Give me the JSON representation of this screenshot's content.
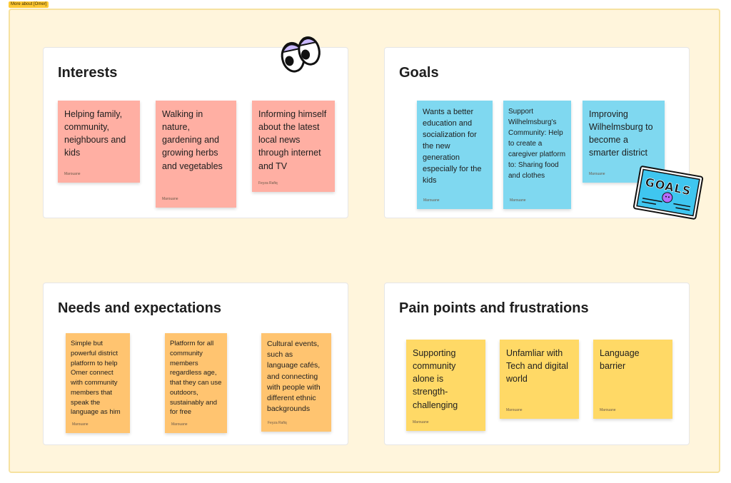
{
  "frame": {
    "label": "More about [Omer]"
  },
  "sections": {
    "interests": {
      "title": "Interests",
      "notes": [
        {
          "text": "Helping family, community, neighbours and kids",
          "author": "Marouane"
        },
        {
          "text": "Walking in nature, gardening and growing herbs and vegetables",
          "author": "Marouane"
        },
        {
          "text": "Informing himself about the latest local news through internet and TV",
          "author": "Feyza Rafiq"
        }
      ]
    },
    "goals": {
      "title": "Goals",
      "notes": [
        {
          "text": "Wants a better education and socialization for the new generation especially for the kids",
          "author": "Marouane"
        },
        {
          "text": "Support Wilhelmsburg's Community: Help to create a caregiver platform to: Sharing food and clothes",
          "author": "Marouane"
        },
        {
          "text": "Improving Wilhelmsburg to become a smarter district",
          "author": "Marouane"
        }
      ]
    },
    "needs": {
      "title": "Needs and expectations",
      "notes": [
        {
          "text": "Simple but powerful district platform to help Omer connect with community members that speak the language as him",
          "author": "Marouane"
        },
        {
          "text": "Platform for all community members regardless age, that they can use outdoors, sustainably and for free",
          "author": "Marouane"
        },
        {
          "text": "Cultural events, such as language cafés, and connecting with people with different ethnic backgrounds",
          "author": "Feyza Rafiq"
        }
      ]
    },
    "pain": {
      "title": "Pain points and frustrations",
      "notes": [
        {
          "text": "Supporting community alone is strength-challenging",
          "author": "Marouane"
        },
        {
          "text": "Unfamliar with Tech and digital world",
          "author": "Marouane"
        },
        {
          "text": "Language barrier",
          "author": "Marouane"
        }
      ]
    }
  },
  "stickers": {
    "goals_badge": "GOALS",
    "eyes_icon": "googly-eyes-icon"
  },
  "colors": {
    "frame_bg": "#fff5dc",
    "red_note": "#ffafa3",
    "blue_note": "#7fd8f0",
    "orange_note": "#ffc470",
    "yellow_note": "#ffd966",
    "tag": "#ffc933"
  }
}
